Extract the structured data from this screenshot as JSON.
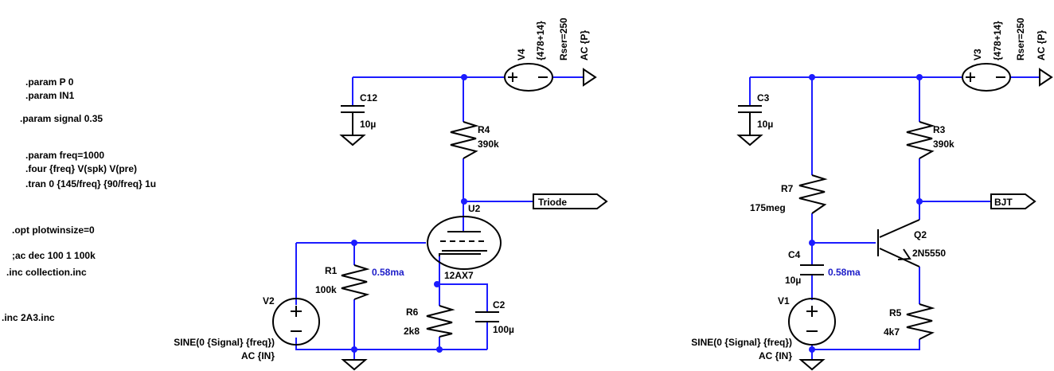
{
  "directives": {
    "param_p": ".param P 0",
    "param_in": ".param IN1",
    "param_signal": ".param signal 0.35",
    "param_freq": ".param freq=1000",
    "four": ".four {freq} V(spk) V(pre)",
    "tran": ".tran 0 {145/freq} {90/freq} 1u",
    "opt": ".opt plotwinsize=0",
    "ac": ";ac dec 100 1 100k",
    "inc1": ".inc collection.inc",
    "inc2": ".inc 2A3.inc"
  },
  "left": {
    "c12": {
      "name": "C12",
      "value": "10µ"
    },
    "r4": {
      "name": "R4",
      "value": "390k"
    },
    "v4": {
      "name": "V4",
      "value": "{478+14}",
      "rser": "Rser=250",
      "ac": "AC {P}"
    },
    "u2": {
      "name": "U2",
      "model": "12AX7"
    },
    "triode_label": "Triode",
    "r1": {
      "name": "R1",
      "value": "100k"
    },
    "current": "0.58ma",
    "v2": {
      "name": "V2",
      "sine": "SINE(0 {Signal} {freq})",
      "ac": "AC {IN}"
    },
    "r6": {
      "name": "R6",
      "value": "2k8"
    },
    "c2": {
      "name": "C2",
      "value": "100µ"
    }
  },
  "right": {
    "c3": {
      "name": "C3",
      "value": "10µ"
    },
    "r3": {
      "name": "R3",
      "value": "390k"
    },
    "v3": {
      "name": "V3",
      "value": "{478+14}",
      "rser": "Rser=250",
      "ac": "AC {P}"
    },
    "r7": {
      "name": "R7",
      "value": "175meg"
    },
    "bjt_label": "BJT",
    "q2": {
      "name": "Q2",
      "model": "2N5550"
    },
    "c4": {
      "name": "C4",
      "value": "10µ"
    },
    "current": "0.58ma",
    "v1": {
      "name": "V1",
      "sine": "SINE(0 {Signal} {freq})",
      "ac": "AC {IN}"
    },
    "r5": {
      "name": "R5",
      "value": "4k7"
    }
  },
  "colors": {
    "wire": "#1c1cff",
    "component": "#000000",
    "annotation": "#1c1cc8",
    "background": "#ffffff"
  }
}
